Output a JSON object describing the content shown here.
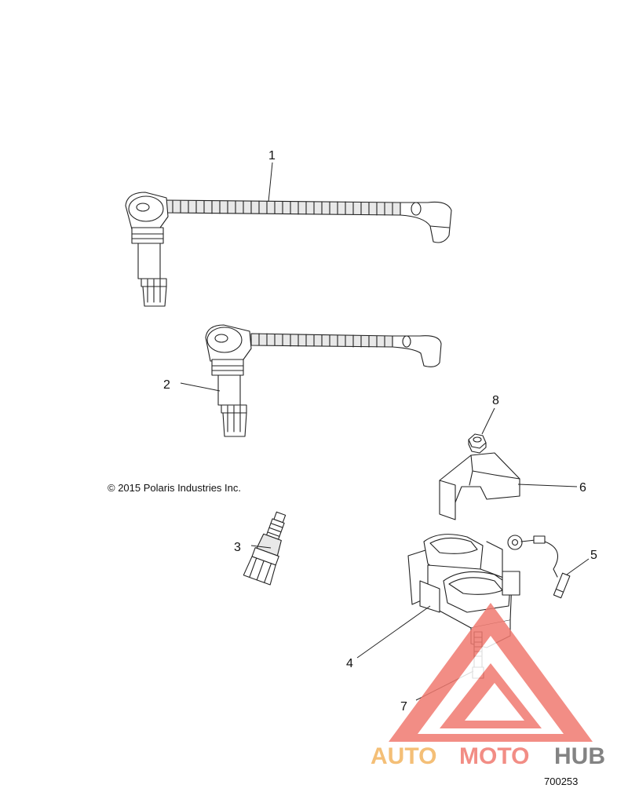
{
  "copyright": "© 2015 Polaris Industries Inc.",
  "figure_number": "700253",
  "callouts": [
    "1",
    "2",
    "3",
    "4",
    "5",
    "6",
    "7",
    "8"
  ],
  "logo": {
    "part1": "AUTO",
    "part2": "MOTO",
    "part3": "HUB",
    "color_primary": "#f07a70",
    "color_secondary": "#f3b560",
    "color_dark": "#6e6e6e"
  }
}
